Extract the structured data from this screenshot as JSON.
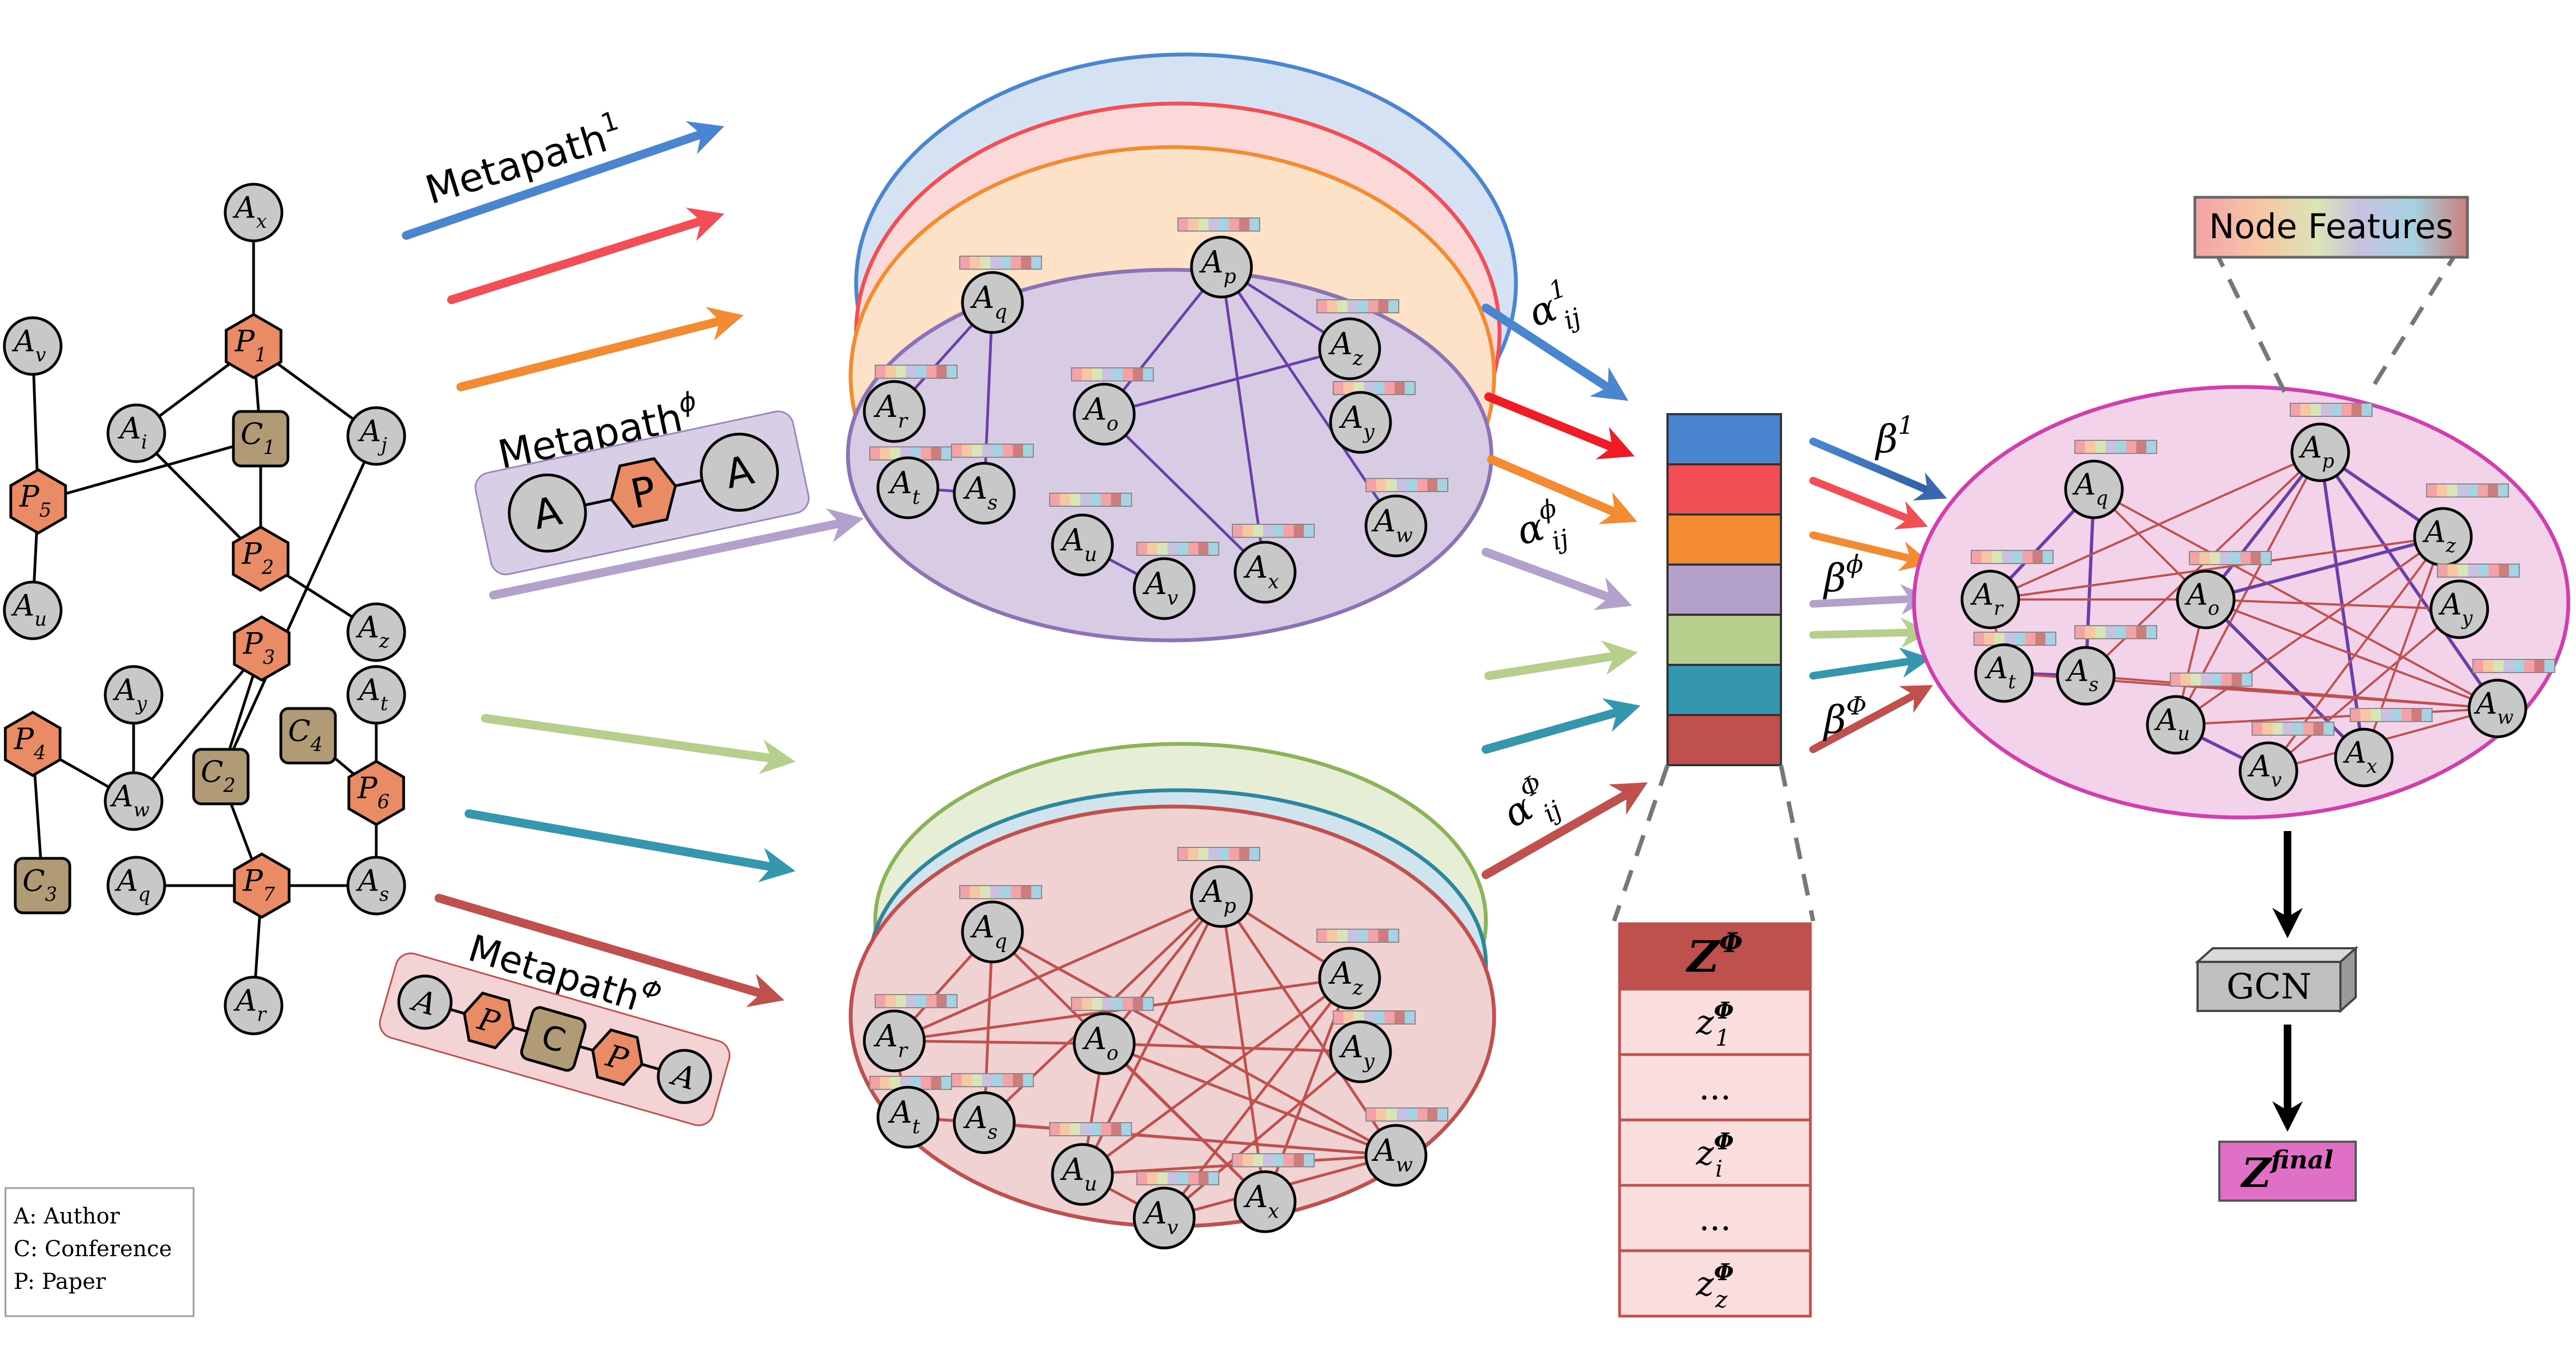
{
  "hetero_graph": {
    "nodes": [
      {
        "id": "Ax",
        "type": "author",
        "base": "A",
        "sub": "x"
      },
      {
        "id": "P1",
        "type": "paper",
        "base": "P",
        "sub": "1"
      },
      {
        "id": "Av",
        "type": "author",
        "base": "A",
        "sub": "v"
      },
      {
        "id": "Ai",
        "type": "author",
        "base": "A",
        "sub": "i"
      },
      {
        "id": "C1",
        "type": "conference",
        "base": "C",
        "sub": "1"
      },
      {
        "id": "Aj",
        "type": "author",
        "base": "A",
        "sub": "j"
      },
      {
        "id": "P5",
        "type": "paper",
        "base": "P",
        "sub": "5"
      },
      {
        "id": "P2",
        "type": "paper",
        "base": "P",
        "sub": "2"
      },
      {
        "id": "Au",
        "type": "author",
        "base": "A",
        "sub": "u"
      },
      {
        "id": "Az",
        "type": "author",
        "base": "A",
        "sub": "z"
      },
      {
        "id": "P3",
        "type": "paper",
        "base": "P",
        "sub": "3"
      },
      {
        "id": "Ay",
        "type": "author",
        "base": "A",
        "sub": "y"
      },
      {
        "id": "At",
        "type": "author",
        "base": "A",
        "sub": "t"
      },
      {
        "id": "P4",
        "type": "paper",
        "base": "P",
        "sub": "4"
      },
      {
        "id": "C4",
        "type": "conference",
        "base": "C",
        "sub": "4"
      },
      {
        "id": "C2",
        "type": "conference",
        "base": "C",
        "sub": "2"
      },
      {
        "id": "Aw",
        "type": "author",
        "base": "A",
        "sub": "w"
      },
      {
        "id": "P6",
        "type": "paper",
        "base": "P",
        "sub": "6"
      },
      {
        "id": "Aq",
        "type": "author",
        "base": "A",
        "sub": "q"
      },
      {
        "id": "P7",
        "type": "paper",
        "base": "P",
        "sub": "7"
      },
      {
        "id": "As",
        "type": "author",
        "base": "A",
        "sub": "s"
      },
      {
        "id": "C3",
        "type": "conference",
        "base": "C",
        "sub": "3"
      },
      {
        "id": "Ar",
        "type": "author",
        "base": "A",
        "sub": "r"
      }
    ],
    "edges": [
      [
        "Ax",
        "P1"
      ],
      [
        "P1",
        "Ai"
      ],
      [
        "P1",
        "Aj"
      ],
      [
        "P1",
        "C1"
      ],
      [
        "C1",
        "P5"
      ],
      [
        "C1",
        "P2"
      ],
      [
        "Ai",
        "P2"
      ],
      [
        "P2",
        "Az"
      ],
      [
        "Aj",
        "C2"
      ],
      [
        "Av",
        "P5"
      ],
      [
        "P5",
        "Au"
      ],
      [
        "P3",
        "Aw"
      ],
      [
        "P3",
        "C2"
      ],
      [
        "Ay",
        "Aw"
      ],
      [
        "P4",
        "Aw"
      ],
      [
        "P4",
        "C3"
      ],
      [
        "At",
        "P6"
      ],
      [
        "C4",
        "P6"
      ],
      [
        "P6",
        "As"
      ],
      [
        "C2",
        "P7"
      ],
      [
        "Aq",
        "P7"
      ],
      [
        "P7",
        "As"
      ],
      [
        "P7",
        "Ar"
      ]
    ]
  },
  "legend": [
    "A: Author",
    "C: Conference",
    "P: Paper"
  ],
  "metapath1_label": "Metapath",
  "metapath1_sup": "1",
  "metapath_phi_label": "Metapath",
  "metapath_phi_sup": "ϕ",
  "metapath_Phi_label": "Metapath",
  "metapath_Phi_sup": "Φ",
  "apa_box": [
    "A",
    "P",
    "A"
  ],
  "apcpa_box": [
    "A",
    "P",
    "C",
    "P",
    "A"
  ],
  "homo_graph_top": {
    "nodes": [
      {
        "id": "Ap",
        "base": "A",
        "sub": "p"
      },
      {
        "id": "Aq",
        "base": "A",
        "sub": "q"
      },
      {
        "id": "Az",
        "base": "A",
        "sub": "z"
      },
      {
        "id": "Ar",
        "base": "A",
        "sub": "r"
      },
      {
        "id": "Ao",
        "base": "A",
        "sub": "o"
      },
      {
        "id": "Ay",
        "base": "A",
        "sub": "y"
      },
      {
        "id": "At",
        "base": "A",
        "sub": "t"
      },
      {
        "id": "As",
        "base": "A",
        "sub": "s"
      },
      {
        "id": "Aw",
        "base": "A",
        "sub": "w"
      },
      {
        "id": "Au",
        "base": "A",
        "sub": "u"
      },
      {
        "id": "Ax",
        "base": "A",
        "sub": "x"
      },
      {
        "id": "Av",
        "base": "A",
        "sub": "v"
      }
    ],
    "edges": [
      [
        "Aq",
        "Ar"
      ],
      [
        "Aq",
        "As"
      ],
      [
        "At",
        "As"
      ],
      [
        "Ap",
        "Ao"
      ],
      [
        "Ap",
        "Ax"
      ],
      [
        "Ap",
        "Aw"
      ],
      [
        "Ap",
        "Az"
      ],
      [
        "Ao",
        "Az"
      ],
      [
        "Ao",
        "Ax"
      ],
      [
        "Au",
        "Av"
      ]
    ]
  },
  "homo_graph_bottom": {
    "edges": [
      [
        "Aq",
        "Ar"
      ],
      [
        "Aq",
        "As"
      ],
      [
        "Aq",
        "Aw"
      ],
      [
        "Aq",
        "Ax"
      ],
      [
        "Ap",
        "Ar"
      ],
      [
        "Ap",
        "Ao"
      ],
      [
        "Ap",
        "Au"
      ],
      [
        "Ap",
        "Ax"
      ],
      [
        "Ap",
        "Aw"
      ],
      [
        "Ap",
        "Az"
      ],
      [
        "Ar",
        "Az"
      ],
      [
        "Ar",
        "At"
      ],
      [
        "Ar",
        "Ao"
      ],
      [
        "Ao",
        "Aw"
      ],
      [
        "Ao",
        "Ax"
      ],
      [
        "Ao",
        "Au"
      ],
      [
        "Az",
        "Au"
      ],
      [
        "Az",
        "Av"
      ],
      [
        "Az",
        "Ax"
      ],
      [
        "At",
        "As"
      ],
      [
        "At",
        "Aw"
      ],
      [
        "As",
        "Aw"
      ],
      [
        "Au",
        "Av"
      ],
      [
        "Av",
        "Aw"
      ],
      [
        "Au",
        "Aw"
      ],
      [
        "Ay",
        "Av"
      ],
      [
        "Ap",
        "As"
      ],
      [
        "Ao",
        "Ay"
      ]
    ]
  },
  "alpha_1": {
    "base": "α",
    "sup": "1",
    "sub": "ij"
  },
  "alpha_phi": {
    "base": "α",
    "sup": "ϕ",
    "sub": "ij"
  },
  "alpha_Phi": {
    "base": "α",
    "sup": "Φ",
    "sub": "ij"
  },
  "beta_1": {
    "base": "β",
    "sup": "1"
  },
  "beta_phi": {
    "base": "β",
    "sup": "ϕ"
  },
  "beta_Phi": {
    "base": "β",
    "sup": "Φ"
  },
  "colors": {
    "blue": "#4a86d0",
    "red": "#f24e55",
    "orange": "#f38b32",
    "purple": "#b3a1cc",
    "green": "#b6cf8c",
    "teal": "#3497ad",
    "brick": "#c0504d",
    "magenta": "#cf3fae",
    "paper": "#e98b65",
    "conf": "#b09b76",
    "author": "#c8c8c8"
  },
  "z_table": {
    "header": {
      "base": "Z",
      "sup": "Φ"
    },
    "rows": [
      {
        "base": "z",
        "sub": "1",
        "sup": "Φ"
      },
      {
        "text": "..."
      },
      {
        "base": "z",
        "sub": "i",
        "sup": "Φ"
      },
      {
        "text": "..."
      },
      {
        "base": "z",
        "sub": "z",
        "sup": "Φ"
      }
    ]
  },
  "node_features_label": "Node Features",
  "gcn_label": "GCN",
  "z_final": {
    "base": "Z",
    "sup": "final"
  }
}
